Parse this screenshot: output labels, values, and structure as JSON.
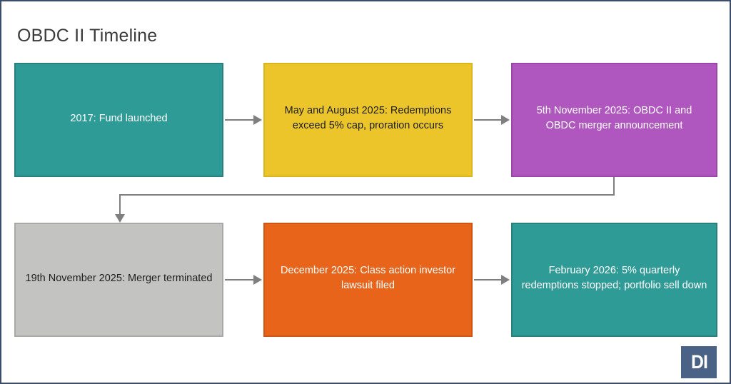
{
  "page": {
    "title": "OBDC II Timeline",
    "background_color": "#ffffff",
    "frame_color": "#3c4d6b"
  },
  "logo": {
    "text": "DI",
    "background_color": "#4a6285",
    "text_color": "#ffffff"
  },
  "connector_color": "#7f7f7f",
  "chart_data": {
    "type": "diagram",
    "title": "OBDC II Timeline",
    "nodes": [
      {
        "id": "node-1",
        "label": "2017: Fund launched",
        "fill": "#2f9b97",
        "text_color": "#ffffff",
        "row": 1,
        "column": 1
      },
      {
        "id": "node-2",
        "label": "May and August 2025: Redemptions exceed 5% cap, proration occurs",
        "fill": "#ebc529",
        "text_color": "#1d1d1d",
        "row": 1,
        "column": 2
      },
      {
        "id": "node-3",
        "label": "5th November 2025: OBDC II and OBDC merger announcement",
        "fill": "#b057bf",
        "text_color": "#ffffff",
        "row": 1,
        "column": 3
      },
      {
        "id": "node-4",
        "label": "19th November 2025: Merger terminated",
        "fill": "#c3c3c2",
        "text_color": "#1d1d1d",
        "row": 2,
        "column": 1
      },
      {
        "id": "node-5",
        "label": "December 2025: Class action investor lawsuit filed",
        "fill": "#e8641a",
        "text_color": "#ffffff",
        "row": 2,
        "column": 2
      },
      {
        "id": "node-6",
        "label": "February 2026: 5% quarterly redemptions stopped; portfolio sell down",
        "fill": "#2f9b97",
        "text_color": "#ffffff",
        "row": 2,
        "column": 3
      }
    ],
    "edges": [
      {
        "from": "node-1",
        "to": "node-2",
        "style": "straight-right"
      },
      {
        "from": "node-2",
        "to": "node-3",
        "style": "straight-right"
      },
      {
        "from": "node-3",
        "to": "node-4",
        "style": "elbow-down-left-down"
      },
      {
        "from": "node-4",
        "to": "node-5",
        "style": "straight-right"
      },
      {
        "from": "node-5",
        "to": "node-6",
        "style": "straight-right"
      }
    ]
  }
}
